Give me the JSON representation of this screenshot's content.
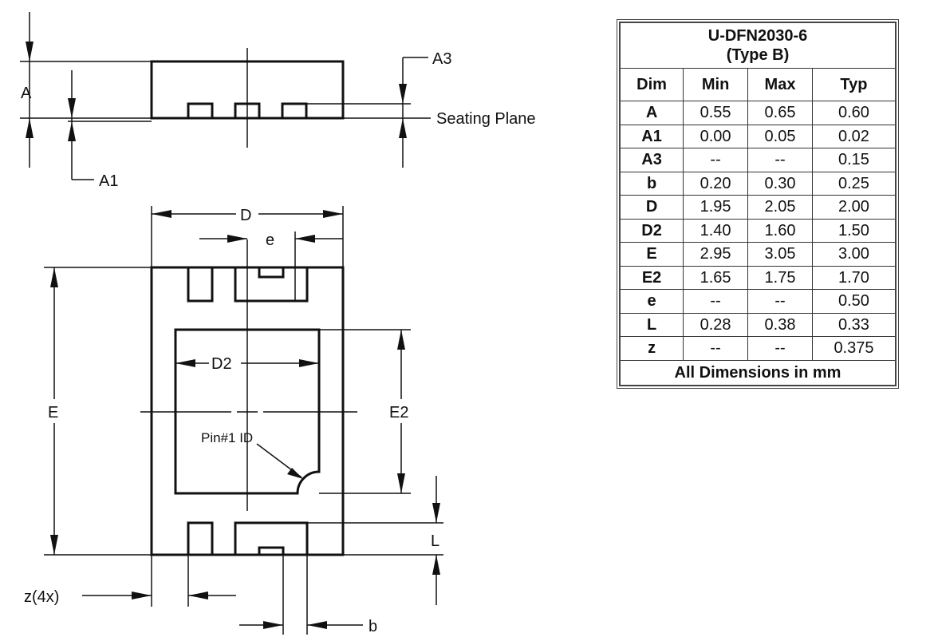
{
  "side_view": {
    "labels": {
      "A": "A",
      "A1": "A1",
      "A3": "A3",
      "seating_plane": "Seating Plane"
    }
  },
  "top_view": {
    "labels": {
      "D": "D",
      "e": "e",
      "D2": "D2",
      "E": "E",
      "E2": "E2",
      "pin1": "Pin#1 ID",
      "L": "L",
      "z": "z(4x)",
      "b": "b"
    }
  },
  "table": {
    "title_line1": "U-DFN2030-6",
    "title_line2": "(Type B)",
    "headers": [
      "Dim",
      "Min",
      "Max",
      "Typ"
    ],
    "rows": [
      [
        "A",
        "0.55",
        "0.65",
        "0.60"
      ],
      [
        "A1",
        "0.00",
        "0.05",
        "0.02"
      ],
      [
        "A3",
        "--",
        "--",
        "0.15"
      ],
      [
        "b",
        "0.20",
        "0.30",
        "0.25"
      ],
      [
        "D",
        "1.95",
        "2.05",
        "2.00"
      ],
      [
        "D2",
        "1.40",
        "1.60",
        "1.50"
      ],
      [
        "E",
        "2.95",
        "3.05",
        "3.00"
      ],
      [
        "E2",
        "1.65",
        "1.75",
        "1.70"
      ],
      [
        "e",
        "--",
        "--",
        "0.50"
      ],
      [
        "L",
        "0.28",
        "0.38",
        "0.33"
      ],
      [
        "z",
        "--",
        "--",
        "0.375"
      ]
    ],
    "footer": "All Dimensions in mm"
  }
}
